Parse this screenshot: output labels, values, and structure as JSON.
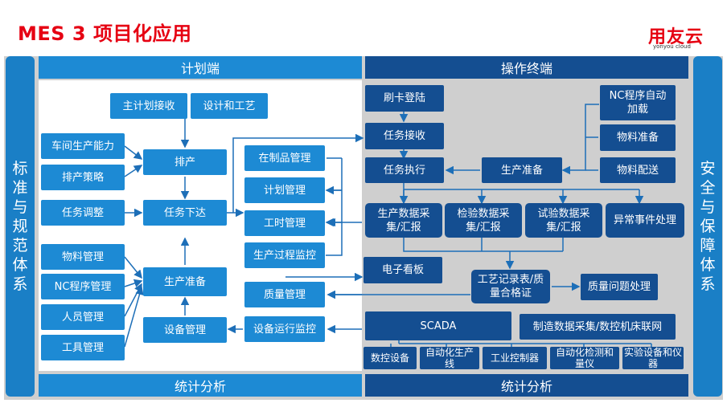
{
  "header": {
    "title": "MES 3 项目化应用",
    "logo_main": "用友云",
    "logo_sub": "yonyou cloud"
  },
  "sidebars": {
    "left": "标准与规范体系",
    "right": "安全与保障体系"
  },
  "sections": {
    "plan_header": "计划端",
    "operation_header": "操作终端",
    "plan_footer": "统计分析",
    "operation_footer": "统计分析"
  },
  "plan": {
    "master_plan_receive": "主计划接收",
    "design_process": "设计和工艺",
    "workshop_capacity": "车间生产能力",
    "scheduling_strategy": "排产策略",
    "task_adjust": "任务调整",
    "scheduling": "排产",
    "task_dispatch": "任务下达",
    "material_mgmt": "物料管理",
    "nc_program_mgmt": "NC程序管理",
    "personnel_mgmt": "人员管理",
    "tool_mgmt": "工具管理",
    "production_prep": "生产准备",
    "equipment_mgmt": "设备管理",
    "wip_mgmt": "在制品管理",
    "plan_mgmt": "计划管理",
    "work_hour_mgmt": "工时管理",
    "process_monitor": "生产过程监控",
    "quality_mgmt": "质量管理",
    "equipment_monitor": "设备运行监控"
  },
  "operation": {
    "card_login": "刷卡登陆",
    "task_receive": "任务接收",
    "task_execute": "任务执行",
    "production_prep": "生产准备",
    "nc_auto_load": "NC程序自动加载",
    "material_prep": "物料准备",
    "material_delivery": "物料配送",
    "prod_data": "生产数据采集/汇报",
    "inspection_data": "检验数据采集/汇报",
    "test_data": "试验数据采集/汇报",
    "exception": "异常事件处理",
    "e_board": "电子看板",
    "process_record": "工艺记录表/质量合格证",
    "quality_issue": "质量问题处理",
    "scada": "SCADA",
    "mdc": "制造数据采集/数控机床联网",
    "cnc": "数控设备",
    "auto_line": "自动化生产线",
    "industrial_ctrl": "工业控制器",
    "auto_inspect": "自动化检测和量仪",
    "lab_equipment": "实验设备和仪器"
  },
  "colors": {
    "title_red": "#e60012",
    "light_blue": "#1d8ad4",
    "dark_blue": "#144e91",
    "sidebar_blue": "#1a7fc6",
    "panel_gray": "#cfcfcf"
  }
}
